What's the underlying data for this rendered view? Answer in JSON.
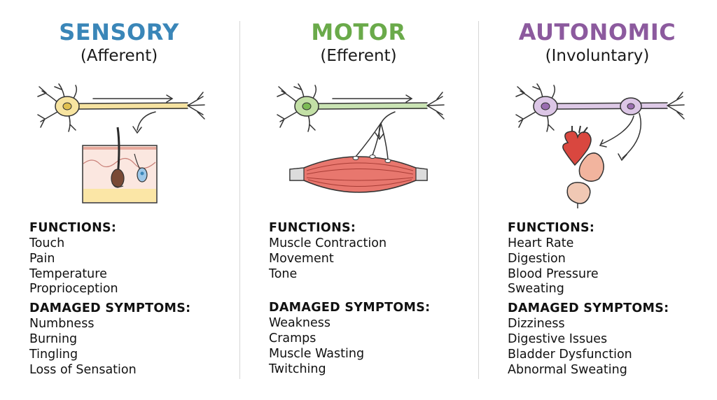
{
  "columns": {
    "sensory": {
      "title": "SENSORY",
      "subtitle": "(Afferent)",
      "color": "#3a86b8",
      "functions_heading": "FUNCTIONS:",
      "functions": [
        "Touch",
        "Pain",
        "Temperature",
        "Proprioception"
      ],
      "symptoms_heading": "DAMAGED SYMPTOMS:",
      "symptoms": [
        "Numbness",
        "Burning",
        "Tingling",
        "Loss of Sensation"
      ]
    },
    "motor": {
      "title": "MOTOR",
      "subtitle": "(Efferent)",
      "color": "#6aaa4a",
      "functions_heading": "FUNCTIONS:",
      "functions": [
        "Muscle Contraction",
        "Movement",
        "Tone"
      ],
      "symptoms_heading": "DAMAGED SYMPTOMS:",
      "symptoms": [
        "Weakness",
        "Cramps",
        "Muscle Wasting",
        "Twitching"
      ]
    },
    "autonomic": {
      "title": "AUTONOMIC",
      "subtitle": "(Involuntary)",
      "color": "#8c5a9e",
      "functions_heading": "FUNCTIONS:",
      "functions": [
        "Heart Rate",
        "Digestion",
        "Blood Pressure",
        "Sweating"
      ],
      "symptoms_heading": "DAMAGED SYMPTOMS:",
      "symptoms": [
        "Dizziness",
        "Digestive Issues",
        "Bladder Dysfunction",
        "Abnormal Sweating"
      ]
    }
  },
  "illustrations": {
    "sensory": [
      "sensory-neuron-icon",
      "skin-receptor-icon"
    ],
    "motor": [
      "motor-neuron-icon",
      "muscle-icon"
    ],
    "autonomic": [
      "autonomic-neuron-icon",
      "heart-icon",
      "stomach-icon",
      "bladder-icon"
    ]
  }
}
